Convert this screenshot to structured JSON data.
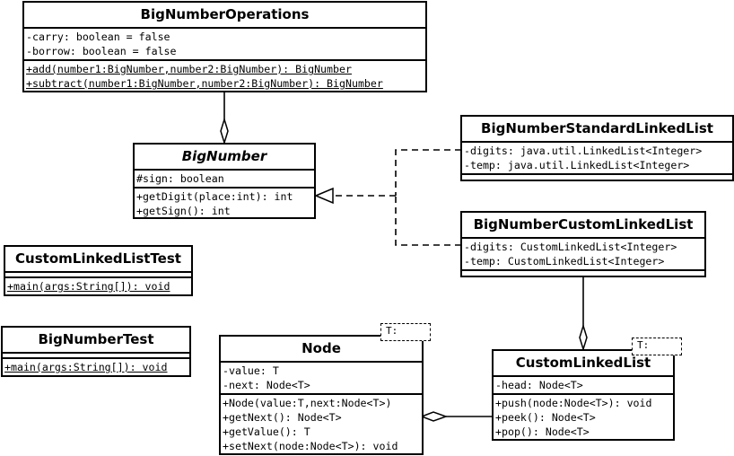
{
  "classes": {
    "big_number_operations": {
      "name": "BigNumberOperations",
      "attributes": [
        "-carry: boolean = false",
        "-borrow: boolean = false"
      ],
      "operations": [
        "+add(number1:BigNumber,number2:BigNumber): BigNumber",
        "+subtract(number1:BigNumber,number2:BigNumber): BigNumber"
      ]
    },
    "big_number": {
      "name": "BigNumber",
      "attributes": [
        "#sign: boolean"
      ],
      "operations": [
        "+getDigit(place:int): int",
        "+getSign(): int"
      ]
    },
    "big_number_standard_linked_list": {
      "name": "BigNumberStandardLinkedList",
      "attributes": [
        "-digits: java.util.LinkedList<Integer>",
        "-temp: java.util.LinkedList<Integer>"
      ],
      "operations": []
    },
    "big_number_custom_linked_list": {
      "name": "BigNumberCustomLinkedList",
      "attributes": [
        "-digits: CustomLinkedList<Integer>",
        "-temp: CustomLinkedList<Integer>"
      ],
      "operations": []
    },
    "custom_linked_list_test": {
      "name": "CustomLinkedListTest",
      "attributes": [],
      "operations": [
        "+main(args:String[]): void"
      ]
    },
    "big_number_test": {
      "name": "BigNumberTest",
      "attributes": [],
      "operations": [
        "+main(args:String[]): void"
      ]
    },
    "node": {
      "name": "Node",
      "type_param": "T:",
      "attributes": [
        "-value: T",
        "-next: Node<T>"
      ],
      "operations": [
        "+Node(value:T,next:Node<T>)",
        "+getNext(): Node<T>",
        "+getValue(): T",
        "+setNext(node:Node<T>): void"
      ]
    },
    "custom_linked_list": {
      "name": "CustomLinkedList",
      "type_param": "T:",
      "attributes": [
        "-head: Node<T>"
      ],
      "operations": [
        "+push(node:Node<T>): void",
        "+peek(): Node<T>",
        "+pop(): Node<T>"
      ]
    }
  },
  "relations": [
    {
      "type": "aggregation",
      "from": "BigNumberOperations",
      "to": "BigNumber"
    },
    {
      "type": "realization",
      "from": "BigNumberStandardLinkedList",
      "to": "BigNumber"
    },
    {
      "type": "realization",
      "from": "BigNumberCustomLinkedList",
      "to": "BigNumber"
    },
    {
      "type": "aggregation",
      "from": "BigNumberCustomLinkedList",
      "to": "CustomLinkedList"
    },
    {
      "type": "aggregation",
      "from": "CustomLinkedList",
      "to": "Node"
    }
  ]
}
